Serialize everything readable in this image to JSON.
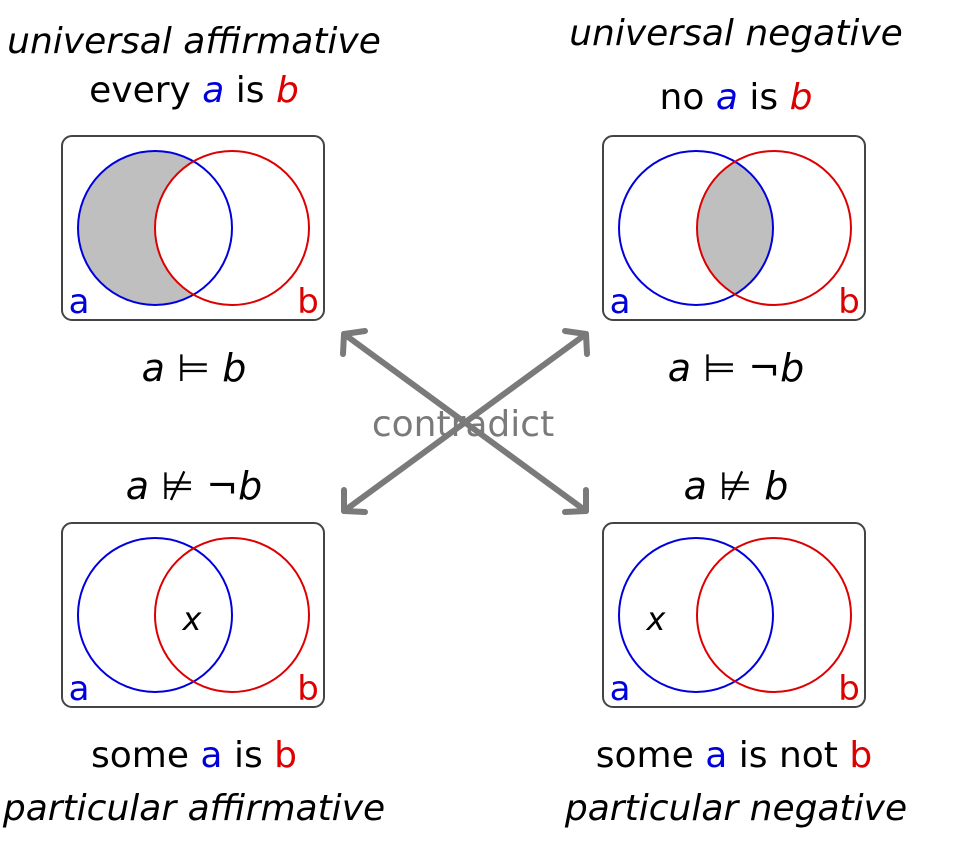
{
  "quadrants": {
    "ua": {
      "title": "universal affirmative",
      "sentence": {
        "quant": "every",
        "a": "a",
        "is": "is",
        "b": "b"
      },
      "relation": "a ⊨ b",
      "label_a": "a",
      "label_b": "b"
    },
    "un": {
      "title": "universal negative",
      "sentence": {
        "quant": "no",
        "a": "a",
        "is": "is",
        "b": "b"
      },
      "relation": "a ⊨ ¬b",
      "label_a": "a",
      "label_b": "b"
    },
    "pa": {
      "title": "particular affirmative",
      "sentence": {
        "quant": "some",
        "a": "a",
        "is": "is",
        "b": "b"
      },
      "relation": "a ⊭ ¬b",
      "label_a": "a",
      "label_b": "b",
      "marker": "x"
    },
    "pn": {
      "title": "particular negative",
      "sentence": {
        "quant": "some",
        "a": "a",
        "is": "is not",
        "b": "b"
      },
      "relation": "a ⊭ b",
      "label_a": "a",
      "label_b": "b",
      "marker": "x"
    }
  },
  "center_label": "contradict",
  "colors": {
    "set_a": "#0000dd",
    "set_b": "#dd0000",
    "shade": "#bfbfbf",
    "arrow": "#7a7a7a",
    "frame": "#444444"
  }
}
